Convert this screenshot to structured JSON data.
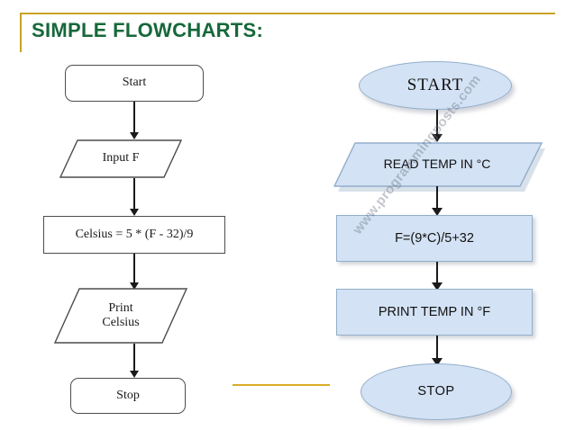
{
  "slide": {
    "title": "SIMPLE FLOWCHARTS:",
    "background_color": "#ffffff",
    "title_color": "#16683a",
    "rule_color": "#c9a227",
    "watermark": "www.programmingposts.com"
  },
  "palette": {
    "title_green": "#16683a",
    "gold_rule": "#c9a227",
    "mid_rule_gold": "#d9ab27",
    "blue_fill": "#d3e2f4",
    "blue_stroke": "#93aecb",
    "plain_stroke": "#4d4d4d",
    "text_dark": "#1a1a1a"
  },
  "chart_data": {
    "type": "diagram",
    "diagram_kind": "flowchart",
    "title": "SIMPLE FLOWCHARTS:",
    "flowcharts": [
      {
        "name": "fahrenheit-to-celsius",
        "style": "plain-outline",
        "nodes": [
          {
            "id": "l1",
            "shape": "rounded-rectangle",
            "text": "Start"
          },
          {
            "id": "l2",
            "shape": "parallelogram",
            "text": "Input F"
          },
          {
            "id": "l3",
            "shape": "rectangle",
            "text": "Celsius = 5 * (F - 32)/9"
          },
          {
            "id": "l4",
            "shape": "parallelogram",
            "text_lines": [
              "Print",
              "Celsius"
            ]
          },
          {
            "id": "l5",
            "shape": "rounded-rectangle",
            "text": "Stop"
          }
        ],
        "edges": [
          {
            "from": "l1",
            "to": "l2"
          },
          {
            "from": "l2",
            "to": "l3"
          },
          {
            "from": "l3",
            "to": "l4"
          },
          {
            "from": "l4",
            "to": "l5"
          }
        ]
      },
      {
        "name": "celsius-to-fahrenheit",
        "style": "blue-filled",
        "nodes": [
          {
            "id": "r1",
            "shape": "ellipse",
            "text": "START"
          },
          {
            "id": "r2",
            "shape": "parallelogram",
            "text": "READ TEMP IN °C"
          },
          {
            "id": "r3",
            "shape": "rectangle",
            "text": "F=(9*C)/5+32"
          },
          {
            "id": "r4",
            "shape": "rectangle",
            "text": "PRINT TEMP IN  °F"
          },
          {
            "id": "r5",
            "shape": "ellipse",
            "text": "STOP"
          }
        ],
        "edges": [
          {
            "from": "r1",
            "to": "r2"
          },
          {
            "from": "r2",
            "to": "r3"
          },
          {
            "from": "r3",
            "to": "r4"
          },
          {
            "from": "r4",
            "to": "r5"
          }
        ]
      }
    ]
  },
  "left_chart": {
    "start": "Start",
    "input": "Input F",
    "process": "Celsius = 5 * (F - 32)/9",
    "print_line1": "Print",
    "print_line2": "Celsius",
    "stop": "Stop"
  },
  "right_chart": {
    "start": "START",
    "read": "READ TEMP IN °C",
    "formula": "F=(9*C)/5+32",
    "print": "PRINT TEMP IN  °F",
    "stop": "STOP"
  }
}
